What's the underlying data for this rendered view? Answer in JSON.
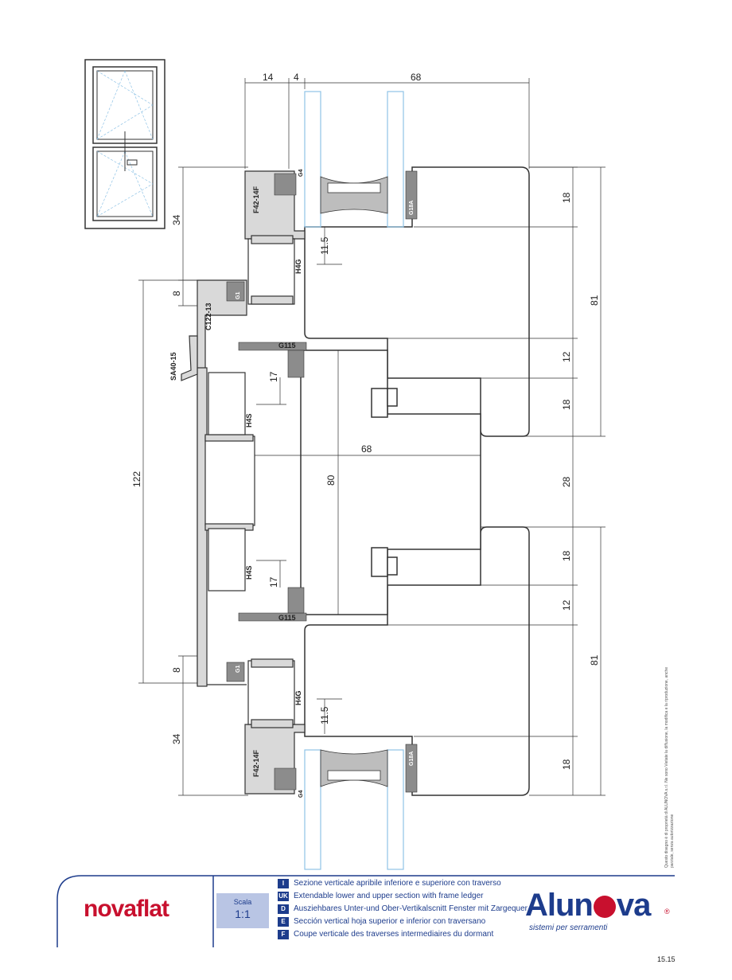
{
  "dimensions": {
    "top_14": "14",
    "top_4": "4",
    "top_68": "68",
    "left_34_top": "34",
    "left_8_top": "8",
    "left_122": "122",
    "left_8_bottom": "8",
    "left_34_bottom": "34",
    "inner_11_5_top": "11.5",
    "inner_11_5_bottom": "11.5",
    "inner_17_top": "17",
    "inner_17_bottom": "17",
    "inner_80": "80",
    "inner_68": "68",
    "right_18_a": "18",
    "right_81_top": "81",
    "right_12_a": "12",
    "right_18_b": "18",
    "right_28": "28",
    "right_18_c": "18",
    "right_12_b": "12",
    "right_81_bottom": "81",
    "right_18_d": "18"
  },
  "labels": {
    "f42_top": "F42-14F",
    "f42_bottom": "F42-14F",
    "c122": "C122-13",
    "sa40": "SA40-15",
    "h4g_top": "H4G",
    "h4g_bottom": "H4G",
    "h4s_top": "H4S",
    "h4s_bottom": "H4S",
    "g4_top": "G4",
    "g4_bottom": "G4",
    "g1_top": "G1",
    "g1_bottom": "G1",
    "g115_top": "G115",
    "g115_bottom": "G115",
    "g18a_top": "G18A",
    "g18a_bottom": "G18A"
  },
  "footer": {
    "brand_left": "novaflat",
    "scale_label": "Scala",
    "scale_value": "1:1",
    "descriptions": [
      {
        "code": "I",
        "text": "Sezione verticale apribile inferiore e superiore con traverso"
      },
      {
        "code": "UK",
        "text": "Extendable lower and upper section with frame ledger"
      },
      {
        "code": "D",
        "text": "Ausziehbares Unter-und Ober-Vertikalscnitt Fenster mit Zargequer"
      },
      {
        "code": "E",
        "text": "Sección vertical hoja superior e inferior con traversano"
      },
      {
        "code": "F",
        "text": "Coupe verticale des traverses intermediaires du dormant"
      }
    ],
    "brand_right_a": "Alun",
    "brand_right_b": "va",
    "brand_tagline": "sistemi per serramenti",
    "registered": "®",
    "page_number": "15.15",
    "copyright": "Questo disegno è di proprietà di ALUNOVA s.r.l. Ne sono Vietate la diffusione, la modifica e la riproduzione, anche parziale, senza autorizzazione"
  },
  "colors": {
    "profile_fill": "#d9d9d9",
    "profile_stroke": "#333333",
    "gasket_fill": "#8c8c8c",
    "glass_stroke": "#8fc3e6",
    "brand_red": "#c8102e",
    "brand_blue": "#1d3c8c"
  }
}
